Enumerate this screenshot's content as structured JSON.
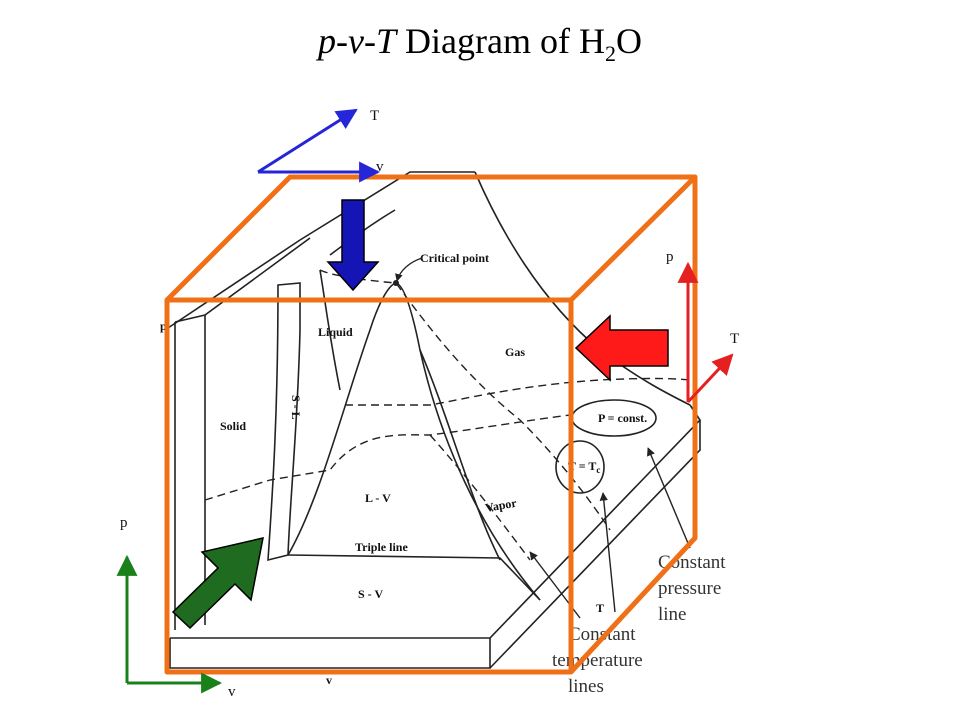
{
  "title": {
    "p": "p",
    "v": "v",
    "T": "T",
    "rest": "Diagram of H",
    "sub": "2",
    "end": "O",
    "dash": "-"
  },
  "regions": {
    "solid": "Solid",
    "liquid": "Liquid",
    "gas": "Gas",
    "vapor": "Vapor",
    "sl": "S - L",
    "lv": "L - V",
    "sv": "S - V",
    "triple_line": "Triple line",
    "critical_point": "Critical point"
  },
  "annotations": {
    "p_const": "P = const.",
    "t_tc": "T = T",
    "t_tc_sub": "c",
    "t_label": "T",
    "constant_pressure": [
      "Constant",
      "pressure",
      "line"
    ],
    "constant_temperature": [
      "Constant",
      "temperature",
      "lines"
    ]
  },
  "axes": {
    "top": {
      "t": "T",
      "v": "v"
    },
    "right": {
      "p": "p",
      "t": "T"
    },
    "left": {
      "p": "p",
      "v": "v"
    },
    "diagram_p": "p",
    "diagram_v": "v"
  },
  "colors": {
    "box": "#f07018",
    "blue_arrow": "#1515b5",
    "red_arrow": "#ff1a1a",
    "green_arrow": "#1f6b1f",
    "blue_axes": "#2626d9",
    "red_axes": "#e52020",
    "green_axes": "#1a801a"
  }
}
